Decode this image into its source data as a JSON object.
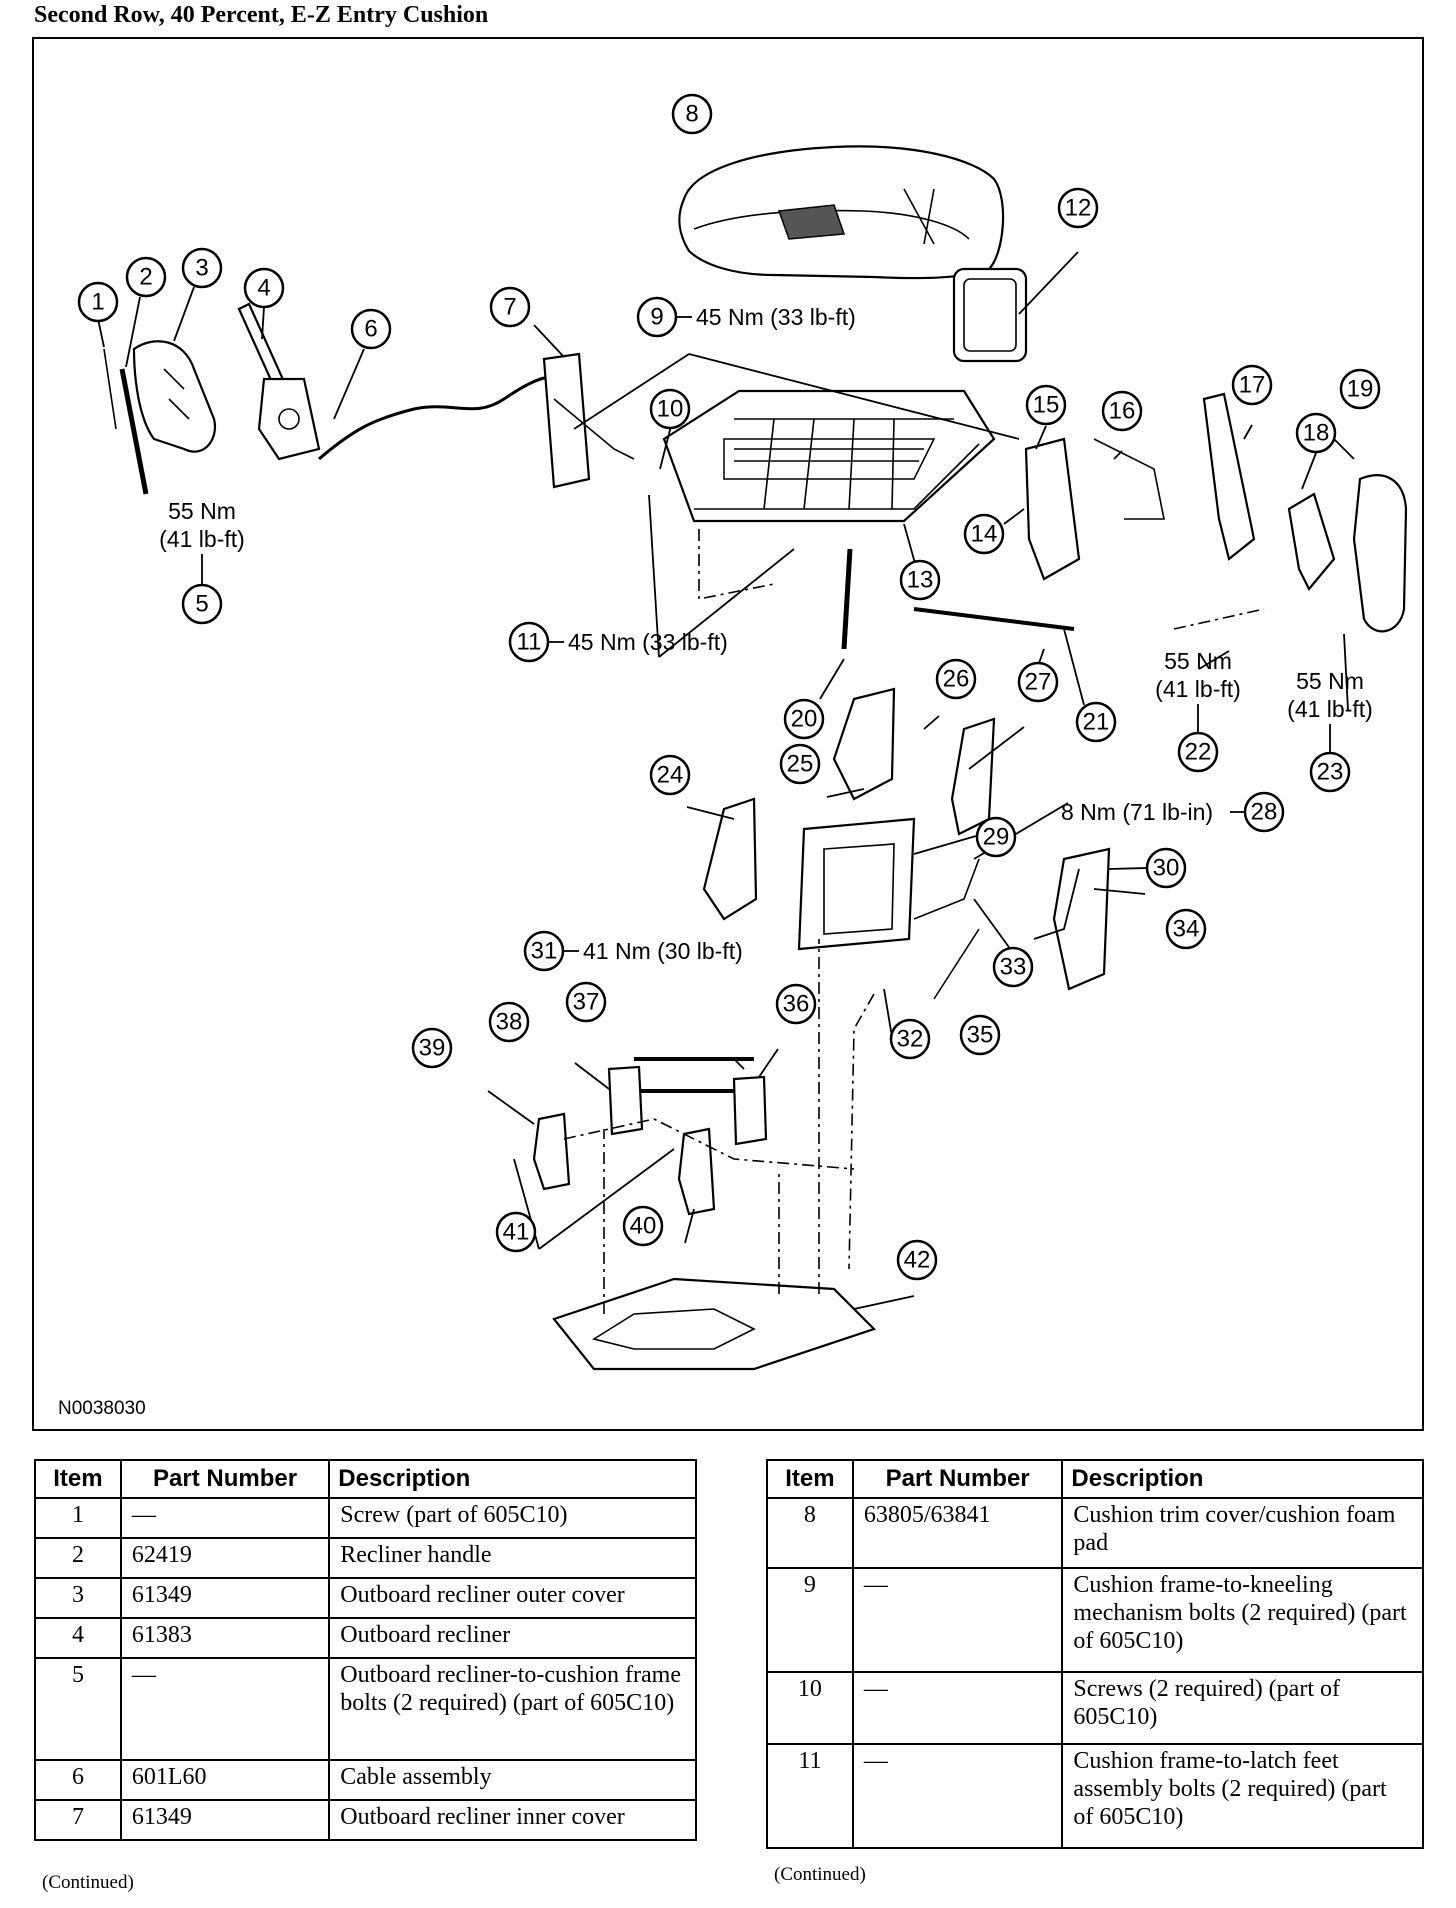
{
  "page_title": "Second Row, 40 Percent, E-Z Entry Cushion",
  "diagram": {
    "reference_id": "N0038030",
    "callouts": [
      "1",
      "2",
      "3",
      "4",
      "5",
      "6",
      "7",
      "8",
      "9",
      "10",
      "11",
      "12",
      "13",
      "14",
      "15",
      "16",
      "17",
      "18",
      "19",
      "20",
      "21",
      "22",
      "23",
      "24",
      "25",
      "26",
      "27",
      "28",
      "29",
      "30",
      "31",
      "32",
      "33",
      "34",
      "35",
      "36",
      "37",
      "38",
      "39",
      "40",
      "41",
      "42"
    ],
    "torques": {
      "t5": [
        "55 Nm",
        "(41 lb-ft)"
      ],
      "t9": "45 Nm (33 lb-ft)",
      "t11": "45 Nm (33 lb-ft)",
      "t22": [
        "55 Nm",
        "(41 lb-ft)"
      ],
      "t23": [
        "55 Nm",
        "(41 lb-ft)"
      ],
      "t28": "8 Nm (71 lb-in)",
      "t31": "41 Nm (30 lb-ft)"
    }
  },
  "table_headers": {
    "item": "Item",
    "part_number": "Part Number",
    "description": "Description"
  },
  "left_table": [
    {
      "item": "1",
      "part_number": "—",
      "description": "Screw (part of 605C10)"
    },
    {
      "item": "2",
      "part_number": "62419",
      "description": "Recliner handle"
    },
    {
      "item": "3",
      "part_number": "61349",
      "description": "Outboard recliner outer cover"
    },
    {
      "item": "4",
      "part_number": "61383",
      "description": "Outboard recliner"
    },
    {
      "item": "5",
      "part_number": "—",
      "description": "Outboard recliner-to-cushion frame bolts (2 required) (part of 605C10)"
    },
    {
      "item": "6",
      "part_number": "601L60",
      "description": "Cable assembly"
    },
    {
      "item": "7",
      "part_number": "61349",
      "description": "Outboard recliner inner cover"
    }
  ],
  "right_table": [
    {
      "item": "8",
      "part_number": "63805/63841",
      "description": "Cushion trim cover/cushion foam pad"
    },
    {
      "item": "9",
      "part_number": "—",
      "description": "Cushion frame-to-kneeling mechanism bolts (2 required) (part of 605C10)"
    },
    {
      "item": "10",
      "part_number": "—",
      "description": "Screws (2 required) (part of 605C10)"
    },
    {
      "item": "11",
      "part_number": "—",
      "description": "Cushion frame-to-latch feet assembly bolts (2 required) (part of 605C10)"
    }
  ],
  "continued_label": "(Continued)"
}
